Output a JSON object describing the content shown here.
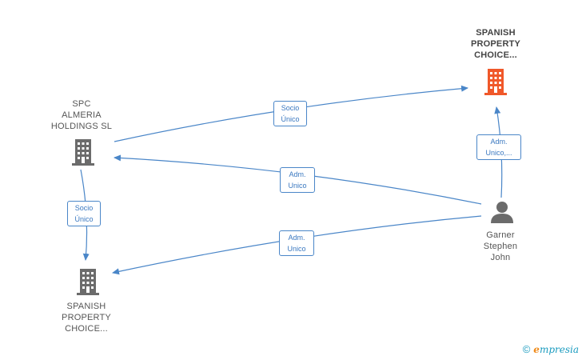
{
  "nodes": {
    "spc_almeria": {
      "label": "SPC\nALMERIA\nHOLDINGS  SL"
    },
    "spanish_top": {
      "label": "SPANISH\nPROPERTY\nCHOICE..."
    },
    "spanish_bottom": {
      "label": "SPANISH\nPROPERTY\nCHOICE..."
    },
    "garner": {
      "label": "Garner\nStephen\nJohn"
    }
  },
  "edges": {
    "spc_to_top": {
      "label": "Socio\nÚnico"
    },
    "spc_to_bottom": {
      "label": "Socio\nÚnico"
    },
    "garner_to_spc": {
      "label": "Adm.\nUnico"
    },
    "garner_to_bottom": {
      "label": "Adm.\nUnico"
    },
    "garner_to_top": {
      "label": "Adm.\nUnico,..."
    }
  },
  "colors": {
    "edge": "#4a86c8",
    "building": "#6b6b6b",
    "building_highlight": "#f0582a",
    "person": "#6b6b6b"
  },
  "footer": {
    "copyright": "©",
    "brand": "mpresia",
    "brand_initial": "e"
  }
}
